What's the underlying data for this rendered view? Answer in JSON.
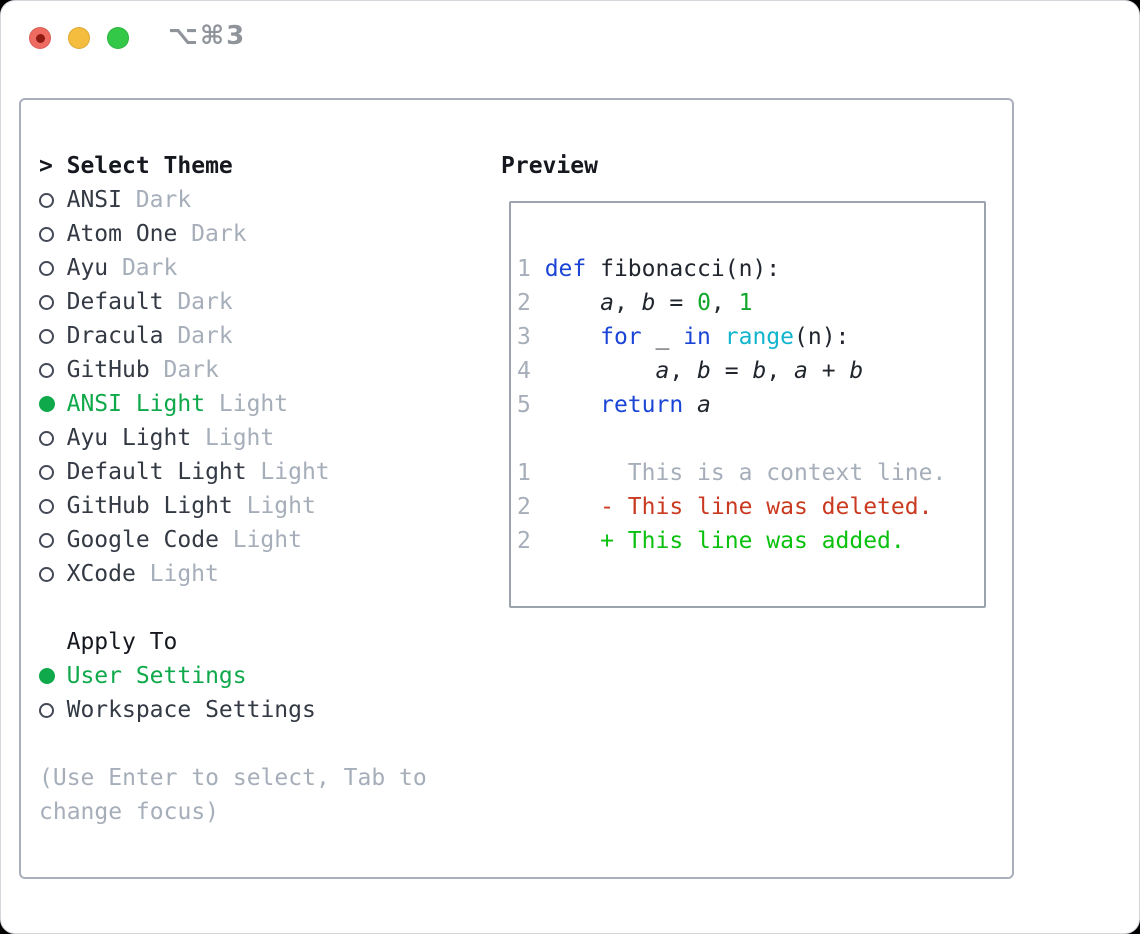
{
  "titlebar": {
    "shortcut": "⌥⌘3",
    "traffic_light_colors": {
      "close": "#ef6a60",
      "close_dot": "#8f1b13",
      "minimize": "#f5bd3e",
      "zoom": "#33c848"
    }
  },
  "theme_panel": {
    "cursor": ">",
    "title": "Select Theme",
    "items": [
      {
        "name": "ANSI",
        "variant": "Dark",
        "selected": false
      },
      {
        "name": "Atom One",
        "variant": "Dark",
        "selected": false
      },
      {
        "name": "Ayu",
        "variant": "Dark",
        "selected": false
      },
      {
        "name": "Default",
        "variant": "Dark",
        "selected": false
      },
      {
        "name": "Dracula",
        "variant": "Dark",
        "selected": false
      },
      {
        "name": "GitHub",
        "variant": "Dark",
        "selected": false
      },
      {
        "name": "ANSI Light",
        "variant": "Light",
        "selected": true
      },
      {
        "name": "Ayu Light",
        "variant": "Light",
        "selected": false
      },
      {
        "name": "Default Light",
        "variant": "Light",
        "selected": false
      },
      {
        "name": "GitHub Light",
        "variant": "Light",
        "selected": false
      },
      {
        "name": "Google Code",
        "variant": "Light",
        "selected": false
      },
      {
        "name": "XCode",
        "variant": "Light",
        "selected": false
      }
    ]
  },
  "apply_panel": {
    "title": "Apply To",
    "options": [
      {
        "label": "User Settings",
        "selected": true
      },
      {
        "label": "Workspace Settings",
        "selected": false
      }
    ]
  },
  "help": {
    "lines": [
      "(Use Enter to select, Tab to",
      "change focus)"
    ]
  },
  "preview": {
    "title": "Preview",
    "lines": [
      {
        "num": "1",
        "segments": [
          [
            "def",
            "kw"
          ],
          [
            " fibonacci(n):",
            "plain"
          ]
        ]
      },
      {
        "num": "2",
        "segments": [
          [
            "    ",
            "plain"
          ],
          [
            "a",
            "var"
          ],
          [
            ", ",
            "plain"
          ],
          [
            "b",
            "var"
          ],
          [
            " = ",
            "plain"
          ],
          [
            "0",
            "num"
          ],
          [
            ", ",
            "plain"
          ],
          [
            "1",
            "num"
          ]
        ]
      },
      {
        "num": "3",
        "segments": [
          [
            "    ",
            "plain"
          ],
          [
            "for",
            "kw"
          ],
          [
            " _ ",
            "plain"
          ],
          [
            "in",
            "kw"
          ],
          [
            " ",
            "plain"
          ],
          [
            "range",
            "builtin"
          ],
          [
            "(n):",
            "plain"
          ]
        ]
      },
      {
        "num": "4",
        "segments": [
          [
            "        ",
            "plain"
          ],
          [
            "a",
            "var"
          ],
          [
            ", ",
            "plain"
          ],
          [
            "b",
            "var"
          ],
          [
            " = ",
            "plain"
          ],
          [
            "b",
            "var"
          ],
          [
            ", ",
            "plain"
          ],
          [
            "a",
            "var"
          ],
          [
            " + ",
            "plain"
          ],
          [
            "b",
            "var"
          ]
        ]
      },
      {
        "num": "5",
        "segments": [
          [
            "    ",
            "plain"
          ],
          [
            "return",
            "kw"
          ],
          [
            " ",
            "plain"
          ],
          [
            "a",
            "var"
          ]
        ]
      },
      {
        "num": "",
        "segments": []
      },
      {
        "num": "1",
        "segments": [
          [
            "      This is a context line.",
            "context"
          ]
        ]
      },
      {
        "num": "2",
        "segments": [
          [
            "    - This line was deleted.",
            "deleted"
          ]
        ]
      },
      {
        "num": "2",
        "segments": [
          [
            "    + This line was added.",
            "added"
          ]
        ]
      }
    ]
  },
  "colors": {
    "keyword": "#1b45d7",
    "builtin": "#10b5cd",
    "number": "#13a62c",
    "deleted": "#c93a20",
    "added": "#0ac10e",
    "context": "#a6aeba",
    "selected_green": "#0fa94b",
    "muted": "#a6aeba",
    "panel_border": "#a9b0bb",
    "preview_border": "#9ba3ae"
  }
}
